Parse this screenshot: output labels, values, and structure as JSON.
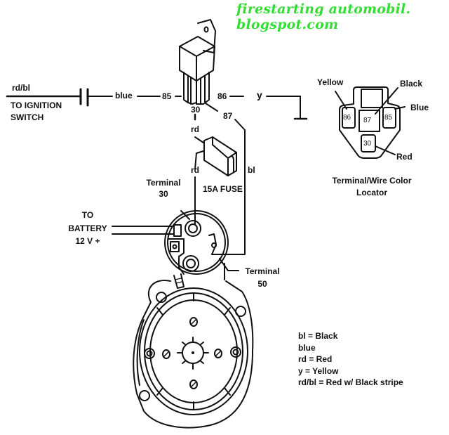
{
  "watermark": "firestarting automobil. blogspot.com",
  "colors": {
    "watermark": "#33dd33",
    "line": "#111111",
    "background": "#ffffff"
  },
  "wiring": {
    "ignition_wire_label": "rd/bl",
    "ignition_label_line1": "TO IGNITION",
    "ignition_label_line2": "SWITCH",
    "blue_wire_label": "blue",
    "yellow_wire_label": "y",
    "rd_wire_label_upper": "rd",
    "rd_wire_label_lower": "rd",
    "bl_wire_label": "bl",
    "fuse_label": "15A FUSE",
    "battery_line1": "TO",
    "battery_line2": "BATTERY",
    "battery_line3": "12 V +",
    "terminal30_line1": "Terminal",
    "terminal30_line2": "30",
    "terminal50_line1": "Terminal",
    "terminal50_line2": "50"
  },
  "relay": {
    "pin_85": "85",
    "pin_86": "86",
    "pin_30": "30",
    "pin_87": "87"
  },
  "locator": {
    "title_line1": "Terminal/Wire Color",
    "title_line2": "Locator",
    "yellow": "Yellow",
    "black": "Black",
    "blue": "Blue",
    "red": "Red",
    "pin_86": "86",
    "pin_87": "87",
    "pin_85": "85",
    "pin_30": "30"
  },
  "legend": [
    "bl = Black",
    "blue",
    "rd = Red",
    "y = Yellow",
    "rd/bl = Red w/ Black stripe"
  ]
}
